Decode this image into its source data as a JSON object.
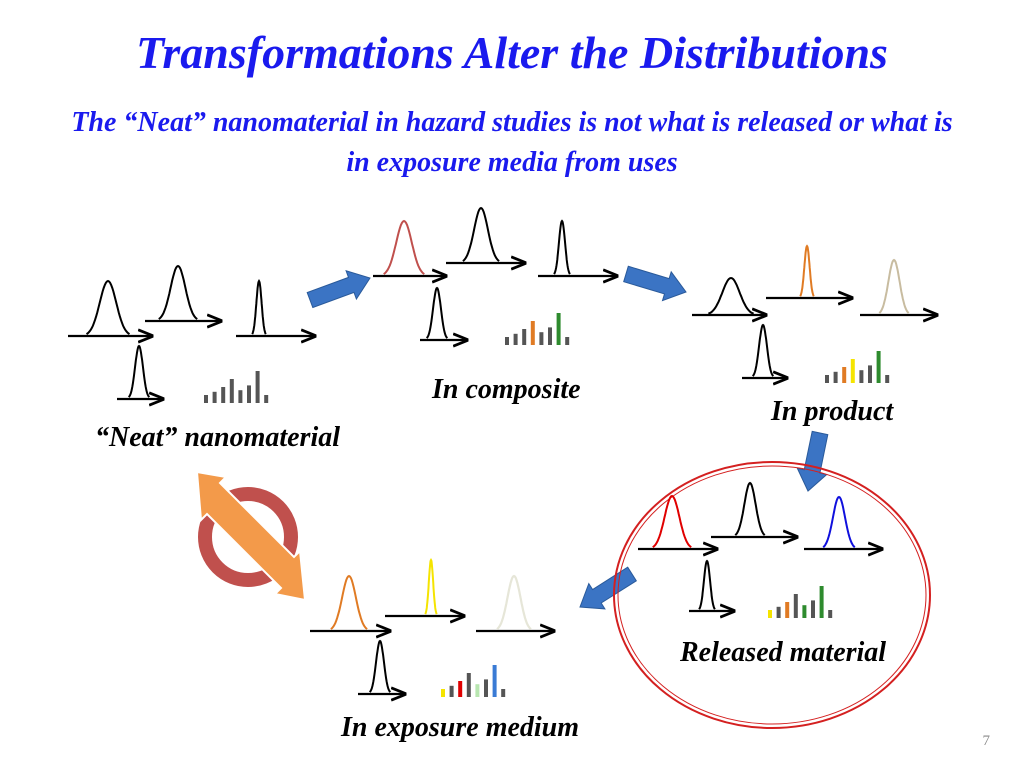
{
  "slide": {
    "title": "Transformations Alter the Distributions",
    "subtitle": "The “Neat” nanomaterial in hazard studies is not what is released or what is in exposure media from uses",
    "page_number": "7"
  },
  "stages": [
    {
      "id": "neat",
      "label": "“Neat” nanomaterial",
      "curve_colors": [
        "#000000",
        "#000000",
        "#000000",
        "#000000"
      ],
      "histogram_colors": [
        "#555555",
        "#555555",
        "#555555",
        "#555555",
        "#555555",
        "#555555",
        "#555555",
        "#555555"
      ]
    },
    {
      "id": "composite",
      "label": "In composite",
      "curve_colors": [
        "#c0504d",
        "#000000",
        "#000000",
        "#000000"
      ],
      "histogram_colors": [
        "#555555",
        "#555555",
        "#555555",
        "#e07b24",
        "#555555",
        "#555555",
        "#2e8b2e",
        "#555555"
      ]
    },
    {
      "id": "product",
      "label": "In product",
      "curve_colors": [
        "#000000",
        "#e07b24",
        "#c8bca0",
        "#000000"
      ],
      "histogram_colors": [
        "#555555",
        "#555555",
        "#e07b24",
        "#f5e400",
        "#555555",
        "#555555",
        "#2e8b2e",
        "#555555"
      ]
    },
    {
      "id": "released",
      "label": "Released material",
      "curve_colors": [
        "#e00000",
        "#000000",
        "#1010dd",
        "#000000"
      ],
      "histogram_colors": [
        "#f5e400",
        "#555555",
        "#e07b24",
        "#555555",
        "#2e8b2e",
        "#555555",
        "#2e8b2e",
        "#555555"
      ]
    },
    {
      "id": "exposure",
      "label": "In exposure medium",
      "curve_colors": [
        "#e07b24",
        "#f5e400",
        "#e6e6d8",
        "#000000"
      ],
      "histogram_colors": [
        "#f5e400",
        "#555555",
        "#e00000",
        "#555555",
        "#b8e6b0",
        "#555555",
        "#3a7bd5",
        "#555555"
      ]
    }
  ],
  "colors": {
    "title_blue": "#1a1aee",
    "flow_arrow_blue": "#3b74c4",
    "released_ellipse": "#d42020",
    "prohibition_red": "#c0504d",
    "double_arrow_orange": "#f39a4a"
  },
  "icons": {
    "prohibition": "no-sign-icon",
    "double_arrow": "double-headed-arrow-icon",
    "flow_arrow": "block-arrow-icon"
  }
}
